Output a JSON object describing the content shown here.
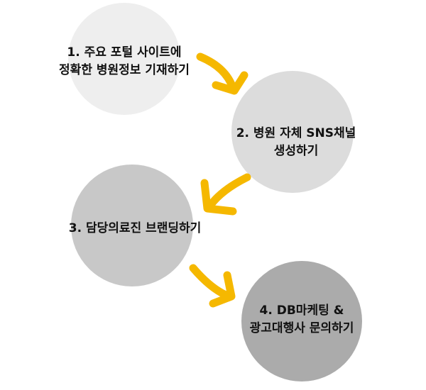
{
  "steps": [
    {
      "lines": [
        "1. 주요 포털 사이트에",
        "정확한 병원정보 기재하기"
      ],
      "color": "#eeeeee"
    },
    {
      "lines": [
        "2.  병원 자체 SNS채널",
        "생성하기"
      ],
      "color": "#dcdcdc"
    },
    {
      "lines": [
        "3. 담당의료진 브랜딩하기"
      ],
      "color": "#c8c8c8"
    },
    {
      "lines": [
        "4. DB마케팅 &",
        "광고대행사 문의하기"
      ],
      "color": "#ababab"
    }
  ],
  "colors": {
    "arrow": "#f5b800",
    "text": "#111111"
  }
}
